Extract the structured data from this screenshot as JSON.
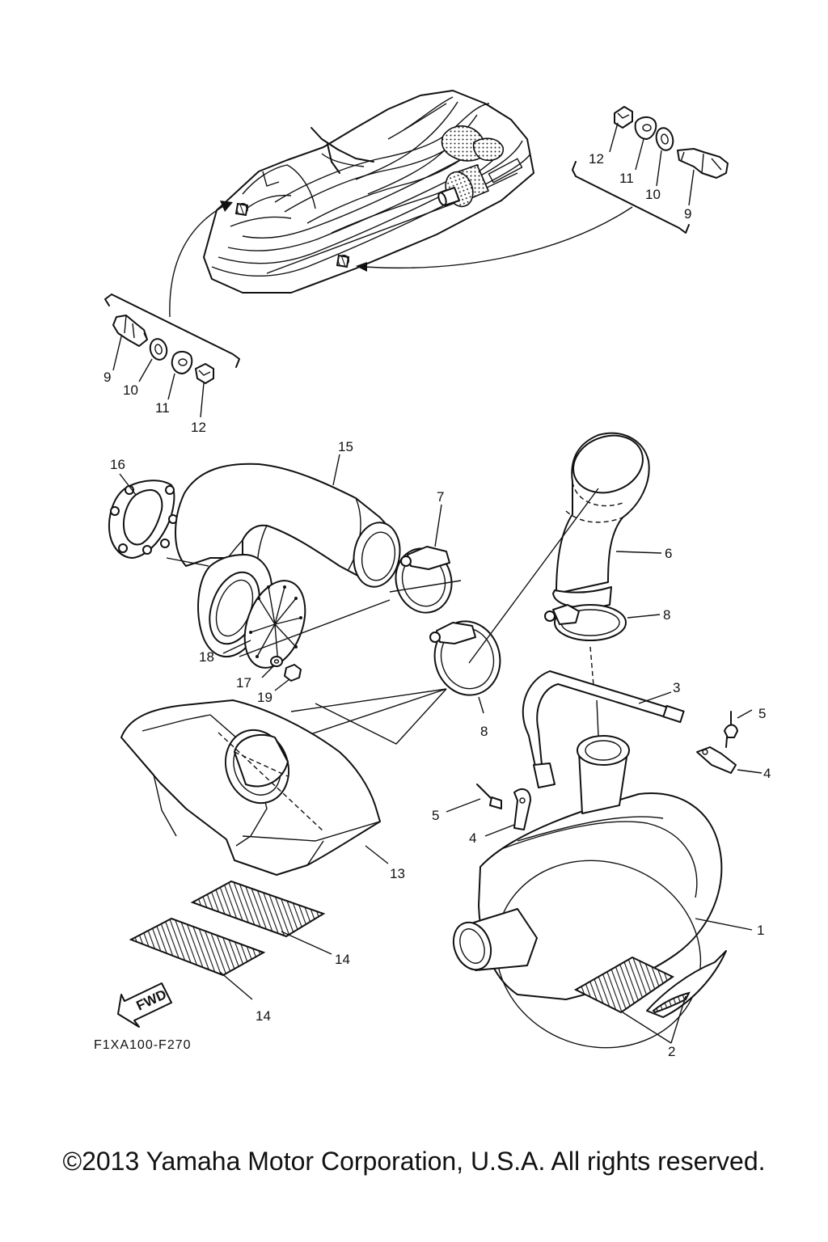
{
  "diagram": {
    "code": "F1XA100-F270",
    "fwd_label": "FWD",
    "copyright": "©2013 Yamaha Motor Corporation, U.S.A. All rights reserved.",
    "callouts": [
      "1",
      "2",
      "3",
      "4",
      "4",
      "5",
      "5",
      "6",
      "7",
      "8",
      "8",
      "9",
      "9",
      "10",
      "10",
      "11",
      "11",
      "12",
      "12",
      "13",
      "14",
      "14",
      "15",
      "16",
      "17",
      "18",
      "19"
    ]
  }
}
